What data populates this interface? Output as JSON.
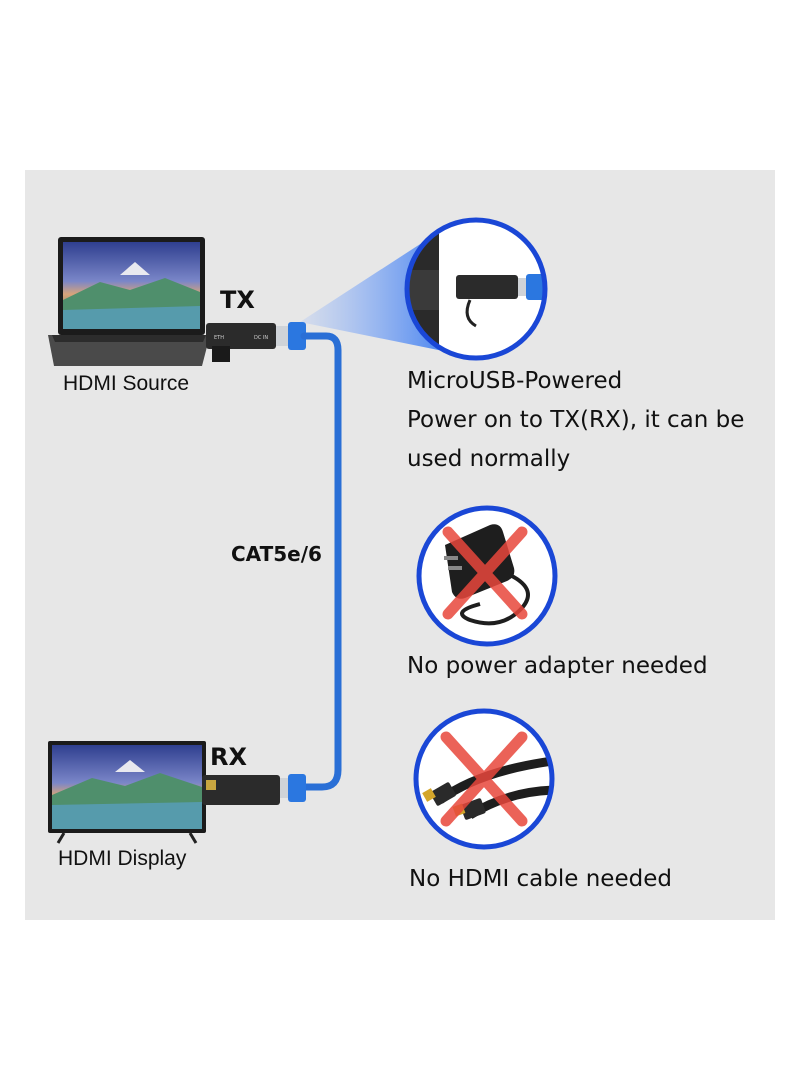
{
  "source": {
    "label": "HDMI Source"
  },
  "display": {
    "label": "HDMI Display"
  },
  "transmitter": {
    "label": "TX",
    "port_labels": [
      "ETH",
      "DC IN"
    ]
  },
  "receiver": {
    "label": "RX"
  },
  "cable": {
    "label": "CAT5e/6"
  },
  "features": {
    "powered_title": "MicroUSB-Powered",
    "powered_line1": "Power on to TX(RX), it can be",
    "powered_line2": "used normally",
    "no_adapter": "No power adapter needed",
    "no_hdmi_cable": "No HDMI cable needed"
  },
  "colors": {
    "accent": "#1a47d6",
    "cable": "#2a6fd6",
    "cross": "#e8473c",
    "panel": "#e7e7e7"
  },
  "icons": [
    "laptop-icon",
    "tv-icon",
    "tx-extender-icon",
    "rx-extender-icon",
    "power-adapter-icon",
    "hdmi-cable-icon",
    "cross-icon"
  ]
}
